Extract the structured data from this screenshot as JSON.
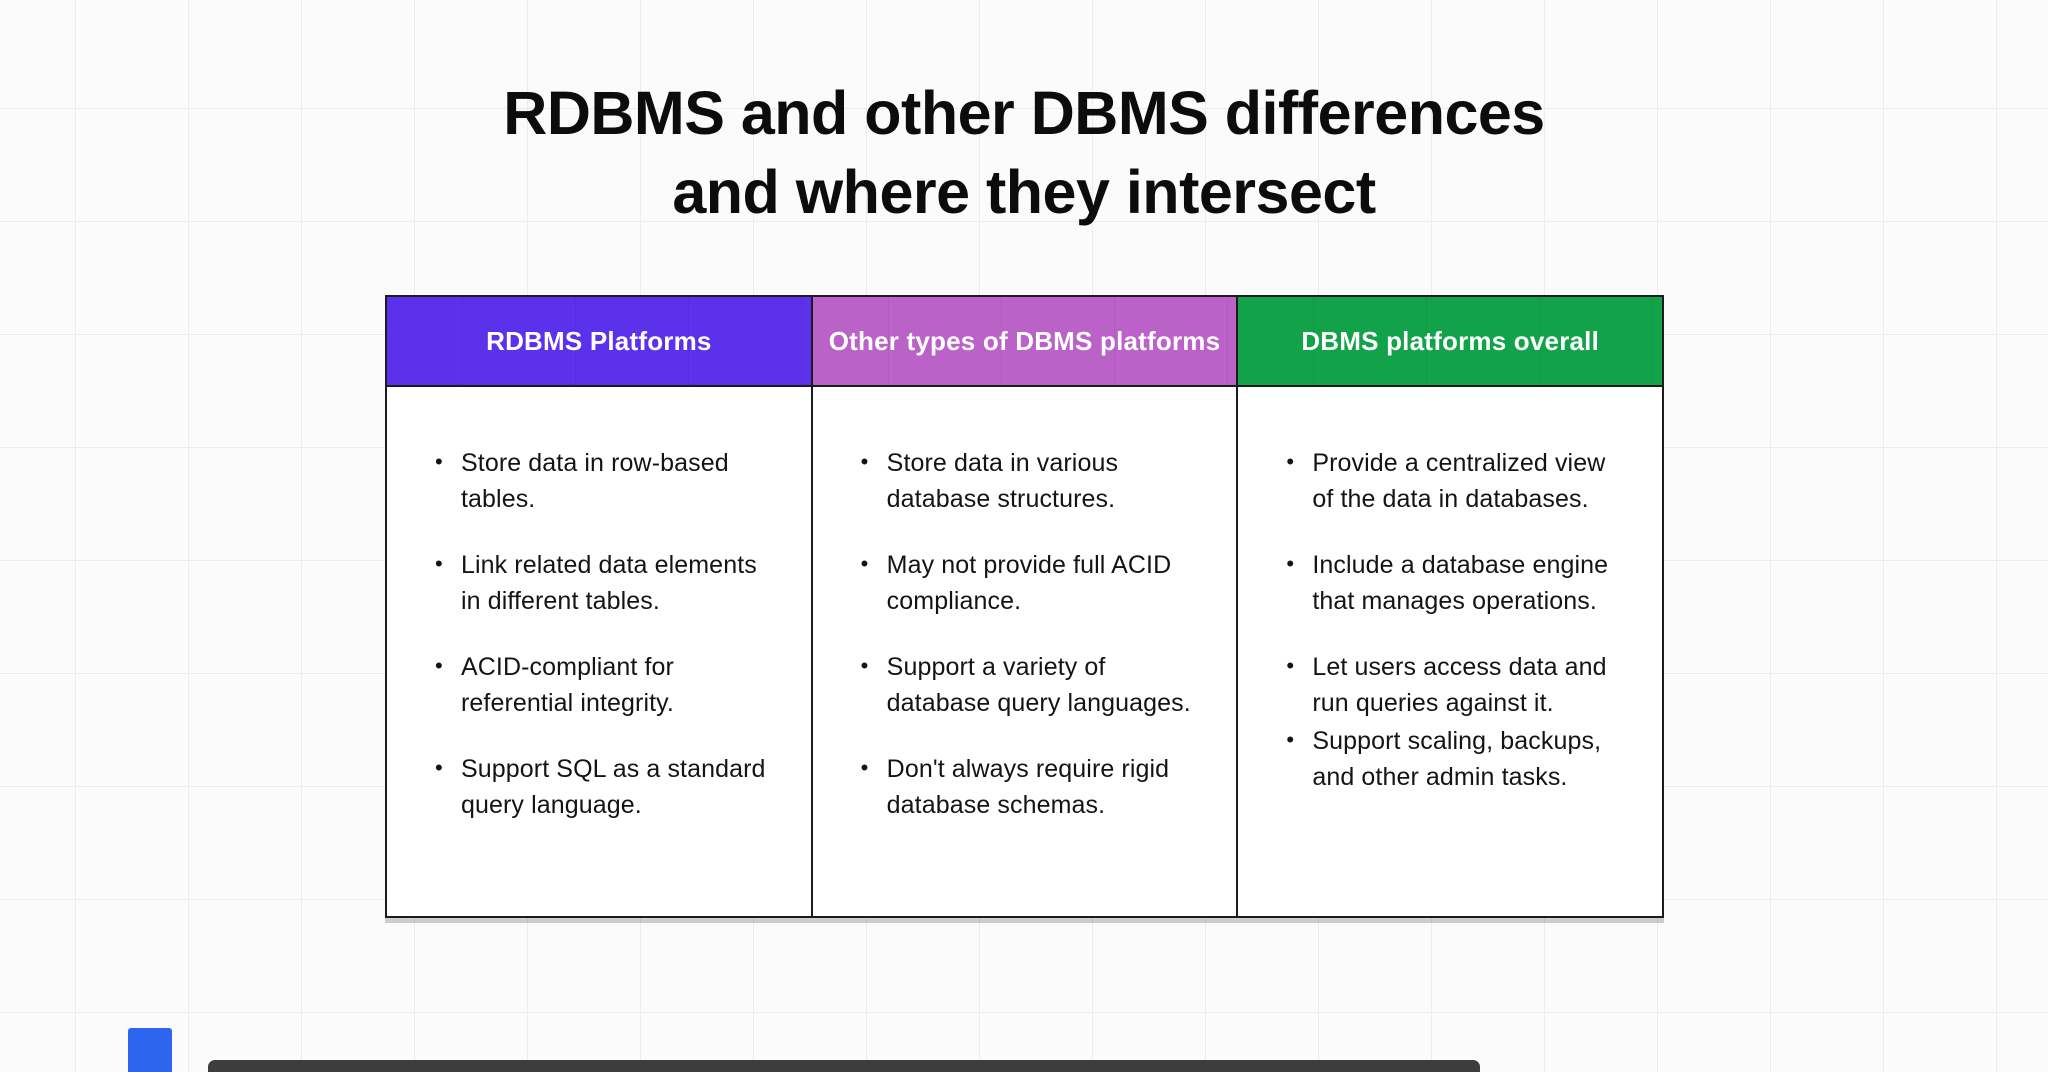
{
  "title": {
    "line1": "RDBMS and other DBMS differences",
    "line2": "and where they intersect"
  },
  "table": {
    "columns": [
      {
        "header": "RDBMS Platforms",
        "header_color": "#5b31ec",
        "bullets": [
          "Store data in row-based tables.",
          "Link related data elements in different tables.",
          "ACID-compliant for referential integrity.",
          "Support SQL as a standard query language."
        ]
      },
      {
        "header": "Other types of DBMS platforms",
        "header_color": "#ba62c8",
        "bullets": [
          "Store data in various database structures.",
          "May not provide full ACID compliance.",
          "Support a variety of database query languages.",
          "Don't always require rigid database schemas."
        ]
      },
      {
        "header": "DBMS platforms overall",
        "header_color": "#12a34a",
        "bullets": [
          "Provide a centralized view of the data in databases.",
          "Include a database engine that manages operations.",
          "Let users access data and run queries against it.",
          "Support scaling, backups, and other admin tasks."
        ]
      }
    ]
  },
  "colors": {
    "canvas_background": "#fbfbfb",
    "grid_line": "#ececec",
    "table_border": "#1c1c1c",
    "title_text": "#0c0c0c",
    "body_text": "#141414",
    "header_text": "#ffffff",
    "blue_square_shape": "#2e65ef",
    "dark_bar_shape": "#3d3d3d"
  }
}
